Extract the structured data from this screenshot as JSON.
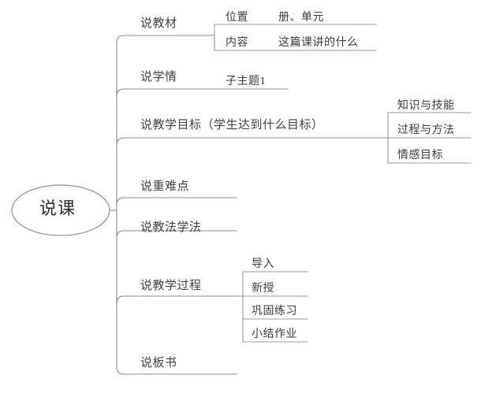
{
  "diagram": {
    "title": "说课",
    "type": "mind-map",
    "colors": {
      "line": "#8a8a8a",
      "sub_line": "#9a9a9a",
      "text": "#3a3a3a",
      "background": "#ffffff"
    }
  },
  "root": {
    "label": "说课"
  },
  "branches": [
    {
      "label": "说教材",
      "children": [
        {
          "label": "位置",
          "detail": "册、单元"
        },
        {
          "label": "内容",
          "detail": "这篇课讲的什么"
        }
      ]
    },
    {
      "label": "说学情",
      "children": [
        {
          "label": "子主题",
          "number": "1"
        }
      ]
    },
    {
      "label": "说教学目标（学生达到什么目标）",
      "children": [
        {
          "label": "知识与技能"
        },
        {
          "label": "过程与方法"
        },
        {
          "label": "情感目标"
        }
      ]
    },
    {
      "label": "说重难点",
      "children": []
    },
    {
      "label": "说教法学法",
      "children": []
    },
    {
      "label": "说教学过程",
      "children": [
        {
          "label": "导入"
        },
        {
          "label": "新授"
        },
        {
          "label": "巩固练习"
        },
        {
          "label": "小结作业"
        }
      ]
    },
    {
      "label": "说板书",
      "children": []
    }
  ]
}
